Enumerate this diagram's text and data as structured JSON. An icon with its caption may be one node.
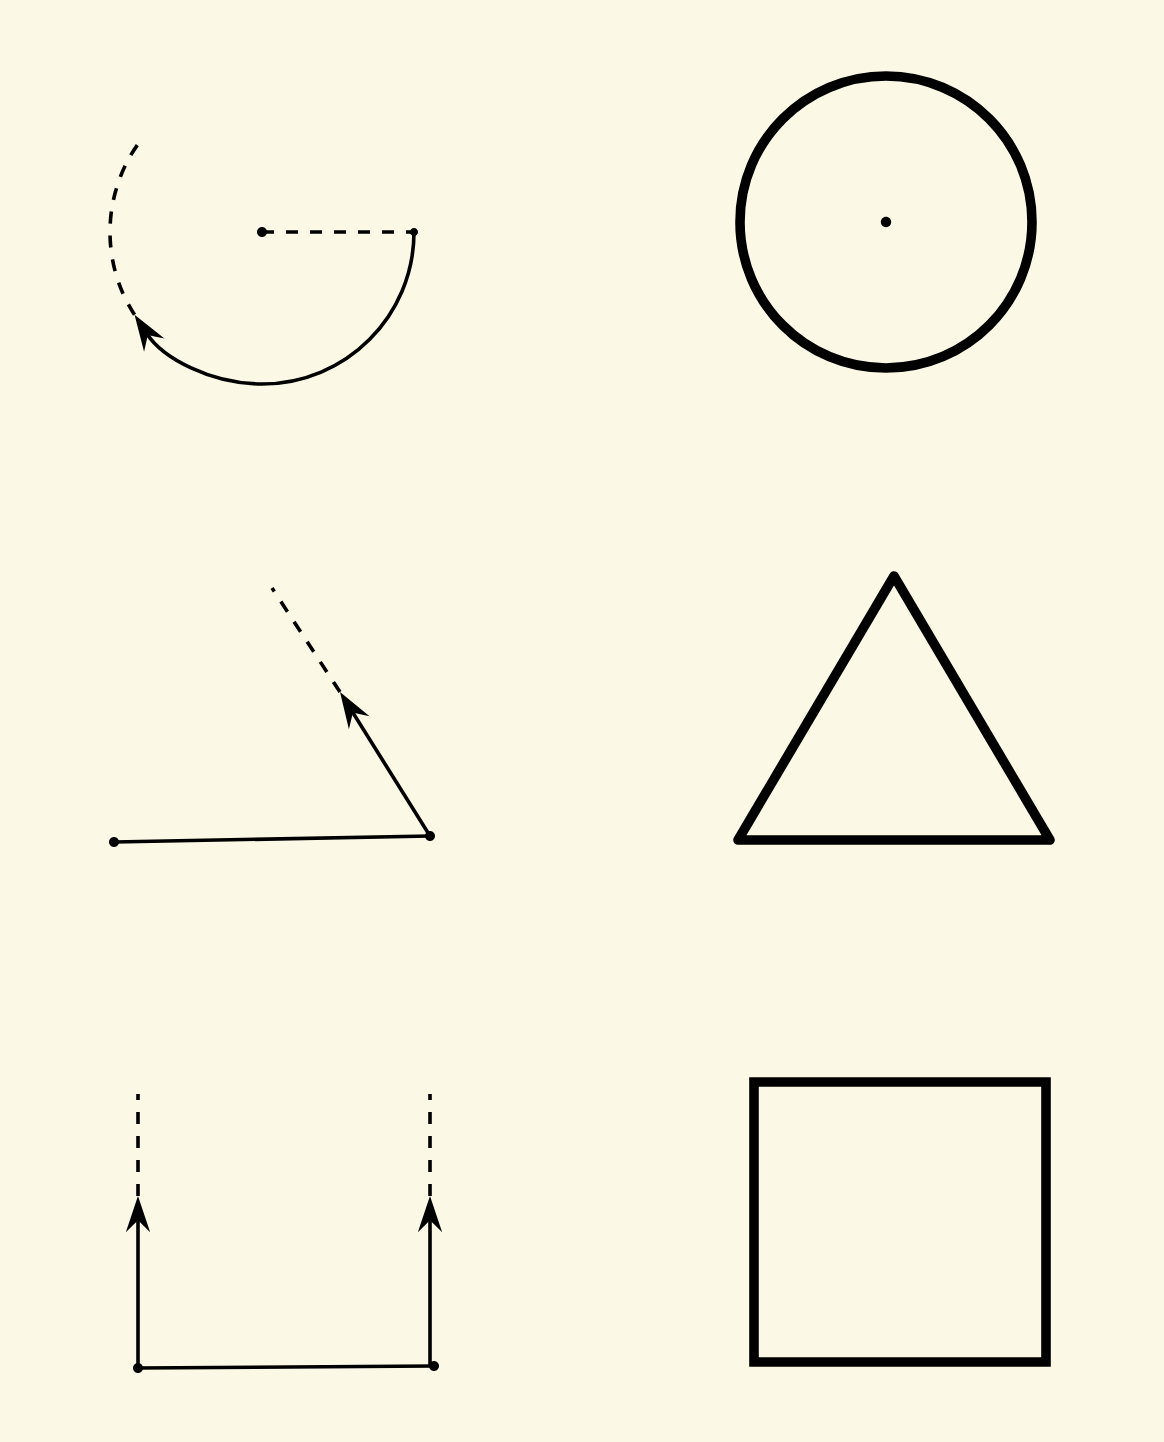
{
  "diagram": {
    "nodes": [
      {
        "text": [],
        "shape": "circle"
      },
      {
        "text": [],
        "shape": "triangle"
      },
      {
        "text": [],
        "shape": "box"
      }
    ]
  }
}
